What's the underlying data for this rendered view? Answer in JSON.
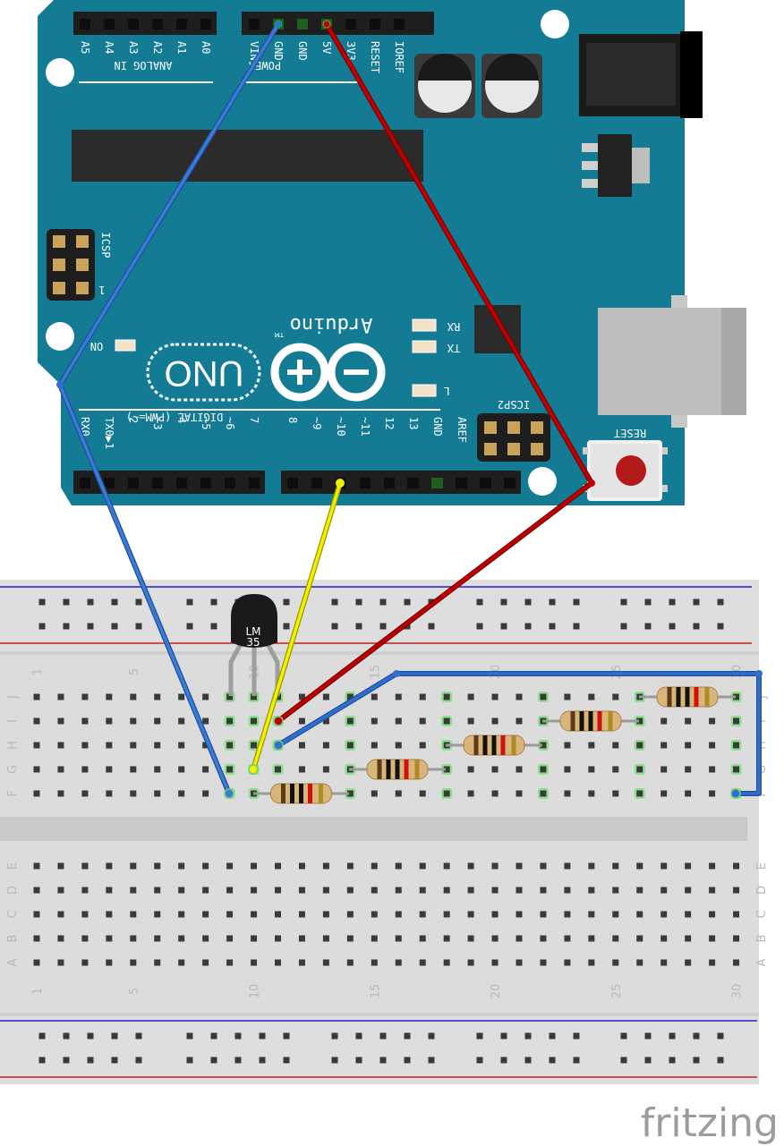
{
  "arduino": {
    "analog_header": "ANALOG IN",
    "analog_pins": [
      "A5",
      "A4",
      "A3",
      "A2",
      "A1",
      "A0"
    ],
    "power_header": "POWER",
    "power_pins": [
      "VIN",
      "GND",
      "GND",
      "5V",
      "3V3",
      "RESET",
      "IOREF"
    ],
    "logo": "Arduino",
    "trademark": "TM",
    "model": "UNO",
    "on_label": "ON",
    "rx_label": "RX",
    "tx_label": "TX",
    "l_label": "L",
    "icsp_label": "ICSP",
    "icsp2_label": "ICSP2",
    "icsp_pin1": "1",
    "reset_label": "RESET",
    "digital_header": "DIGITAL (PWM=~)",
    "digital_pins": [
      "RX0",
      "TX0▶1",
      "2",
      "~3",
      "4",
      "~5",
      "~6",
      "7",
      "8",
      "~9",
      "~10",
      "~11",
      "12",
      "13",
      "GND",
      "AREF"
    ]
  },
  "sensor": {
    "label_line1": "LM",
    "label_line2": "35"
  },
  "breadboard": {
    "row_letters_top": [
      "J",
      "I",
      "H",
      "G",
      "F"
    ],
    "row_letters_bottom": [
      "E",
      "D",
      "C",
      "B",
      "A"
    ],
    "column_numbers": [
      "1",
      "5",
      "10",
      "15",
      "20",
      "25",
      "30"
    ]
  },
  "wires": [
    {
      "name": "gnd-wire",
      "color": "#3a7bd5"
    },
    {
      "name": "5v-wire",
      "color": "#c00000"
    },
    {
      "name": "signal-wire",
      "color": "#e8e800"
    },
    {
      "name": "loop-wire",
      "color": "#2f6fd0"
    }
  ],
  "footer": {
    "brand": "fritzing"
  }
}
